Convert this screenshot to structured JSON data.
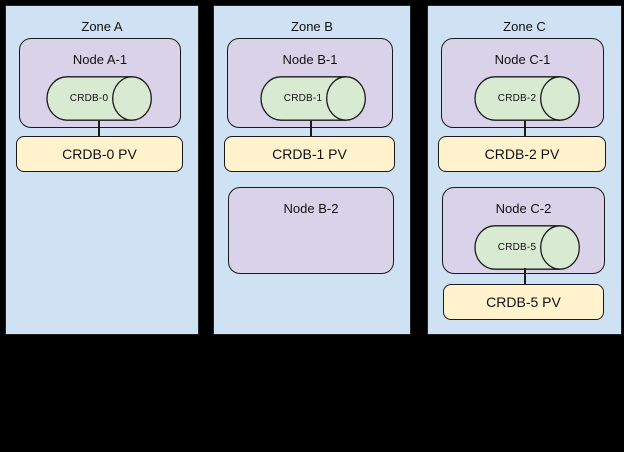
{
  "diagram": {
    "description": "Three-zone cluster diagram with nodes, CockroachDB pods and persistent volumes",
    "colors": {
      "canvas": "#000000",
      "zone_fill": "#cfe2f3",
      "node_fill": "#d9d2e9",
      "database_fill": "#d9ead3",
      "pv_fill": "#fff2cc",
      "border": "#1a1a1a"
    },
    "zones": [
      {
        "title": "Zone A",
        "nodes": [
          {
            "title": "Node A-1",
            "database": "CRDB-0",
            "pv": "CRDB-0 PV"
          }
        ]
      },
      {
        "title": "Zone B",
        "nodes": [
          {
            "title": "Node B-1",
            "database": "CRDB-1",
            "pv": "CRDB-1 PV"
          },
          {
            "title": "Node B-2"
          }
        ]
      },
      {
        "title": "Zone C",
        "nodes": [
          {
            "title": "Node C-1",
            "database": "CRDB-2",
            "pv": "CRDB-2 PV"
          },
          {
            "title": "Node C-2",
            "database": "CRDB-5",
            "pv": "CRDB-5 PV"
          }
        ]
      }
    ]
  }
}
